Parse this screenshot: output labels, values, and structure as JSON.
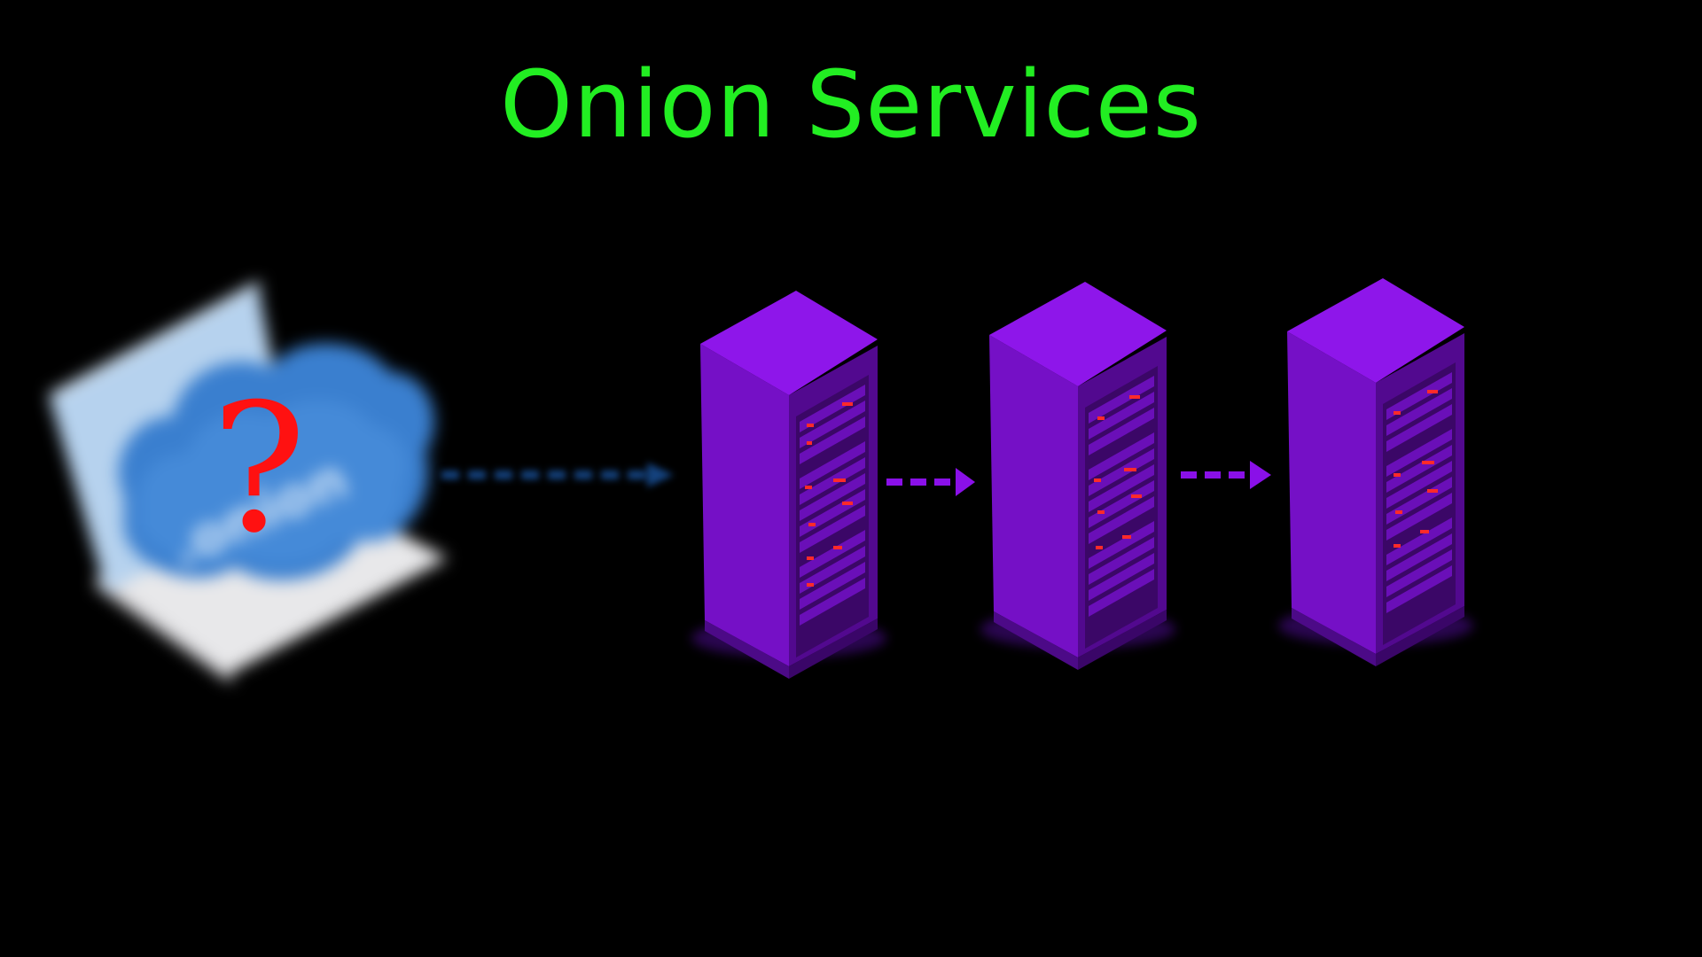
{
  "slide": {
    "title": "Onion Services",
    "title_color": "#22ee22",
    "background": "#000000"
  },
  "client": {
    "icon": "laptop-icon",
    "cloud_label": ".onion",
    "question_mark": "?",
    "question_color": "#ff1111",
    "cloud_color": "#3a7fcf",
    "blurred": true
  },
  "connections": [
    {
      "from": "client",
      "to": "relay-1",
      "style": "dashed",
      "color": "#0f3a70",
      "blurred": true
    },
    {
      "from": "relay-1",
      "to": "relay-2",
      "style": "dashed",
      "color": "#8a10e8"
    },
    {
      "from": "relay-2",
      "to": "relay-3",
      "style": "dashed",
      "color": "#8a10e8"
    }
  ],
  "relays": [
    {
      "id": "relay-1",
      "icon": "server-rack-icon"
    },
    {
      "id": "relay-2",
      "icon": "server-rack-icon"
    },
    {
      "id": "relay-3",
      "icon": "server-rack-icon"
    }
  ],
  "colors": {
    "server_top": "#8e16ea",
    "server_front": "#7510c6",
    "server_side": "#52098f",
    "server_led": "#ff2a2a"
  }
}
